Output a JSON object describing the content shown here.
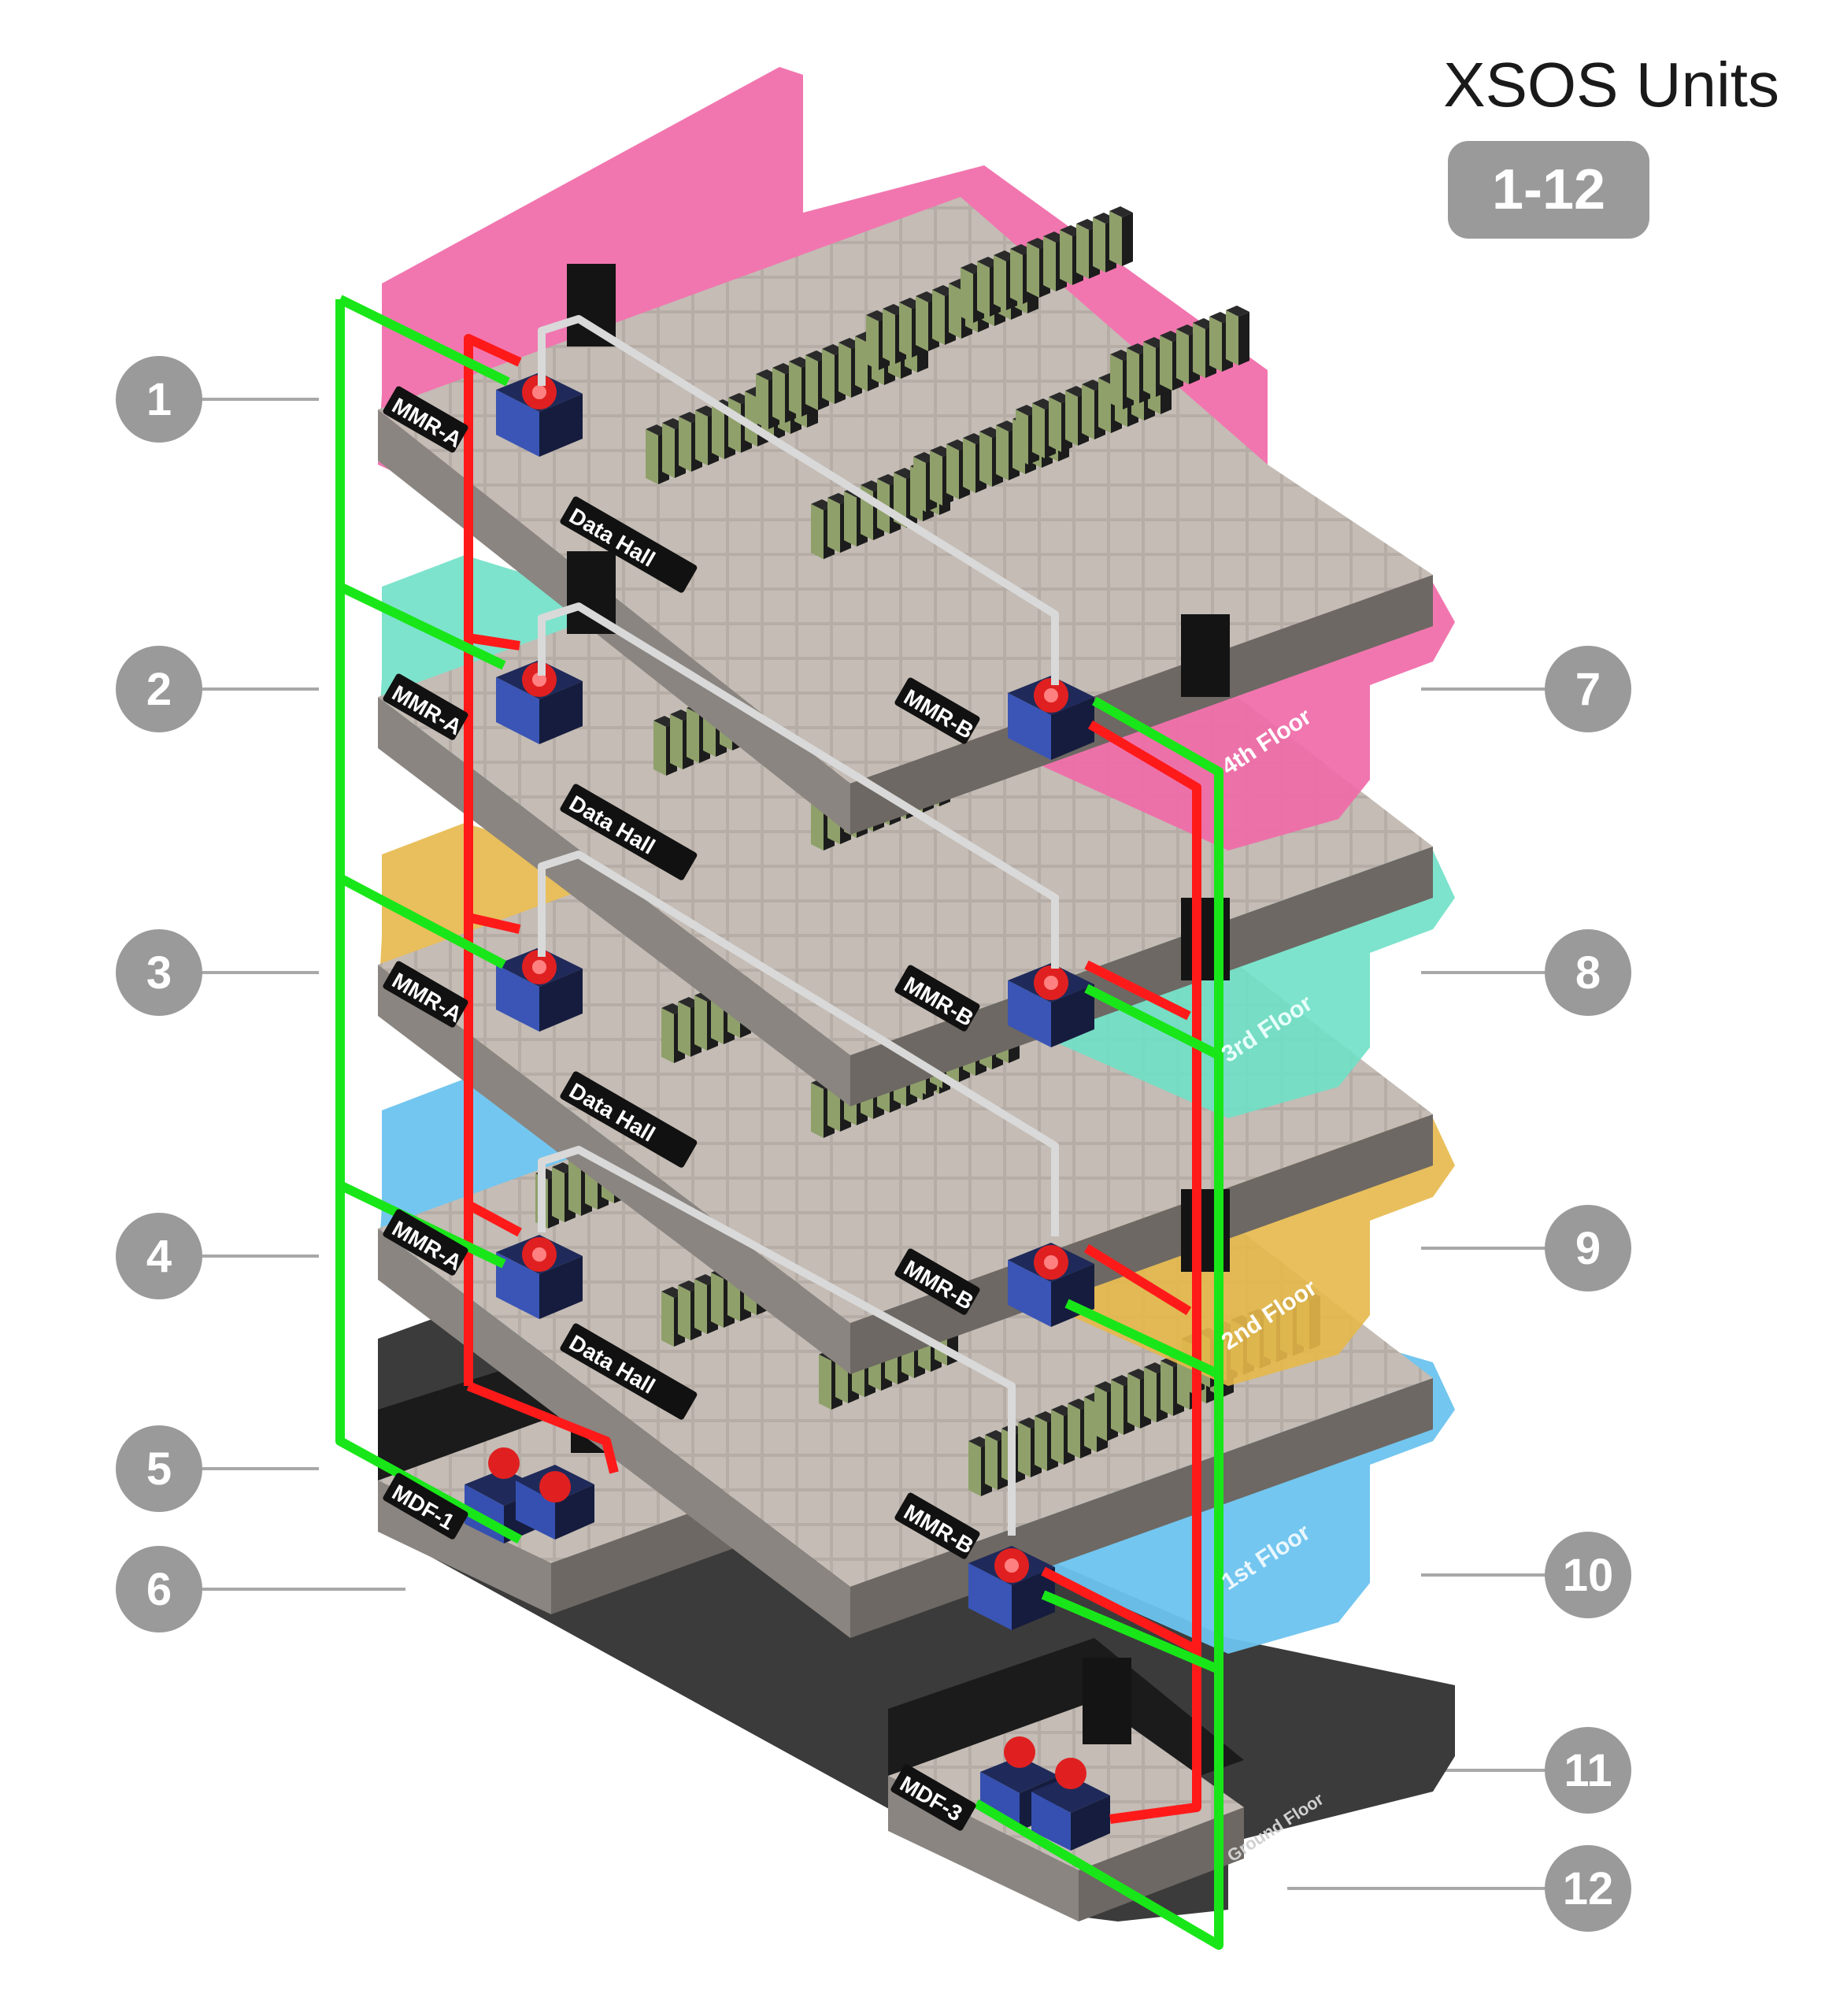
{
  "header": {
    "title": "XSOS Units",
    "badge": "1-12"
  },
  "callouts": {
    "left": [
      "1",
      "2",
      "3",
      "4",
      "5",
      "6"
    ],
    "right": [
      "7",
      "8",
      "9",
      "10",
      "11",
      "12"
    ]
  },
  "floors": [
    {
      "key": "fourth",
      "label": "4th Floor",
      "color": "#f06aa8",
      "mmr_a": "MMR-A",
      "data_hall": "Data Hall",
      "mmr_b": "MMR-B"
    },
    {
      "key": "third",
      "label": "3rd Floor",
      "color": "#6fe0c6",
      "mmr_a": "MMR-A",
      "data_hall": "Data Hall",
      "mmr_b": "MMR-B"
    },
    {
      "key": "second",
      "label": "2nd Floor",
      "color": "#e6b84a",
      "mmr_a": "MMR-A",
      "data_hall": "Data Hall",
      "mmr_b": "MMR-B"
    },
    {
      "key": "first",
      "label": "1st Floor",
      "color": "#6cc3ee",
      "mmr_a": "MMR-A",
      "data_hall": "Data Hall",
      "mmr_b": "MMR-B"
    },
    {
      "key": "ground",
      "label": "Ground Floor",
      "color": "#3a3a3a",
      "mdf_left": "MDF-1",
      "mdf_right": "MDF-3"
    }
  ],
  "cable_colors": {
    "primary": "#ff1a1a",
    "secondary": "#19e619",
    "interconnect": "#d9d9d9"
  }
}
